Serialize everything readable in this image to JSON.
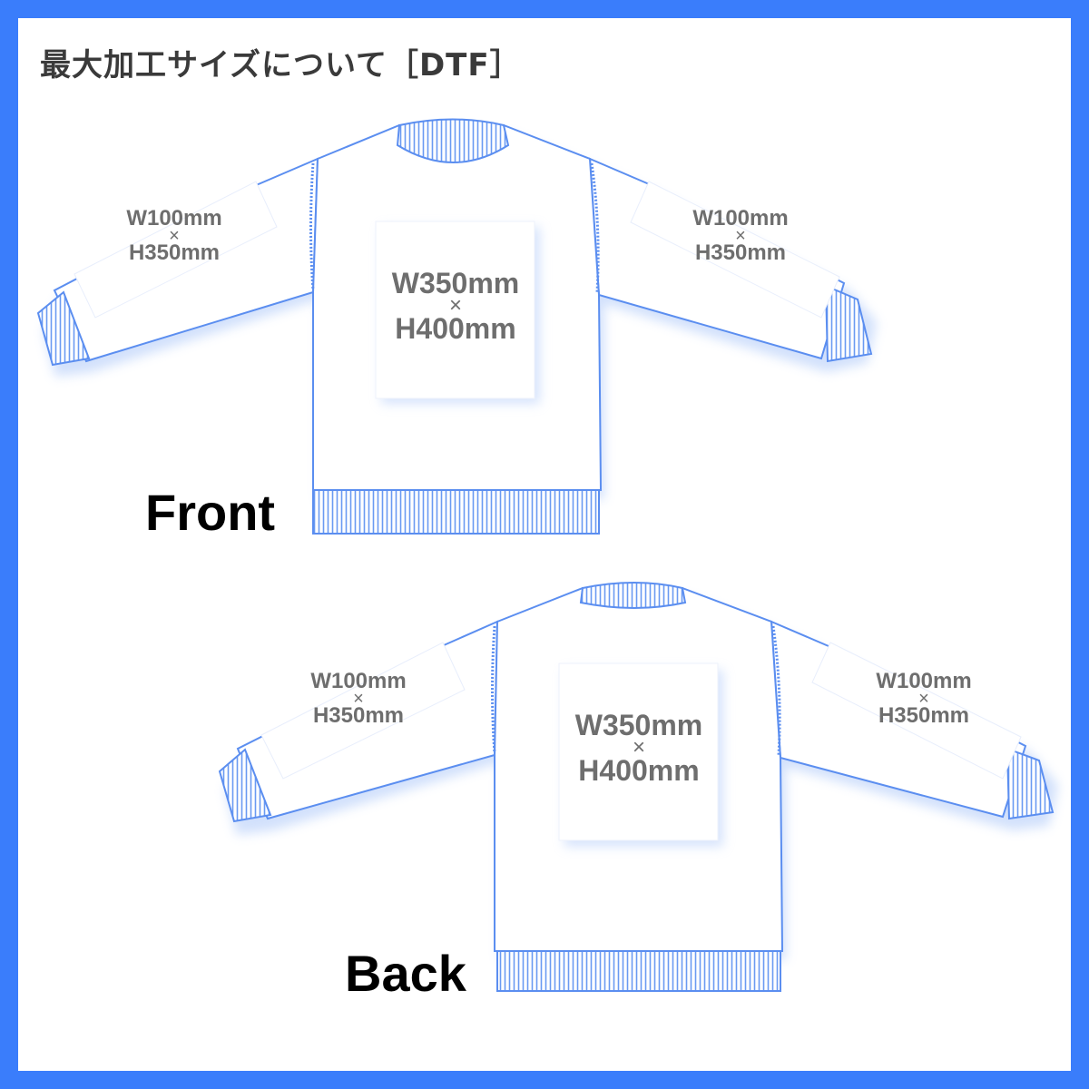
{
  "title": "最大加工サイズについて［DTF］",
  "colors": {
    "border": "#3a7dfb",
    "garment_outline": "#5b8ef0",
    "rib": "#6a9af2",
    "print_area": "#ffffff"
  },
  "front": {
    "label": "Front",
    "left_sleeve": {
      "width": "W100mm",
      "times": "×",
      "height": "H350mm"
    },
    "right_sleeve": {
      "width": "W100mm",
      "times": "×",
      "height": "H350mm"
    },
    "body": {
      "width": "W350mm",
      "times": "×",
      "height": "H400mm"
    }
  },
  "back": {
    "label": "Back",
    "left_sleeve": {
      "width": "W100mm",
      "times": "×",
      "height": "H350mm"
    },
    "right_sleeve": {
      "width": "W100mm",
      "times": "×",
      "height": "H350mm"
    },
    "body": {
      "width": "W350mm",
      "times": "×",
      "height": "H400mm"
    }
  }
}
